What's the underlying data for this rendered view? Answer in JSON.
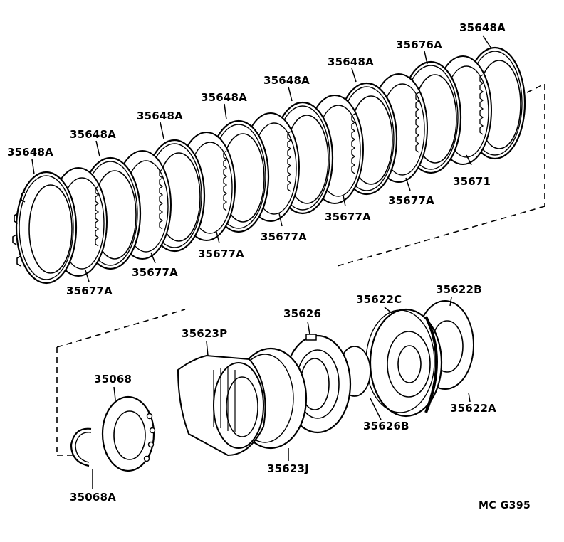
{
  "parts": {
    "p1": "35648A",
    "p2": "35676A",
    "p3": "35648A",
    "p4": "35648A",
    "p5": "35648A",
    "p6": "35648A",
    "p7": "35648A",
    "p8": "35648A",
    "p9": "35671",
    "p10": "35677A",
    "p11": "35677A",
    "p12": "35677A",
    "p13": "35677A",
    "p14": "35677A",
    "p15": "35677A",
    "p16": "35622B",
    "p17": "35622C",
    "p18": "35626",
    "p19": "35623P",
    "p20": "35068",
    "p21": "35622A",
    "p22": "35626B",
    "p23": "35623J",
    "p24": "35068A"
  },
  "reference": "MC  G395"
}
